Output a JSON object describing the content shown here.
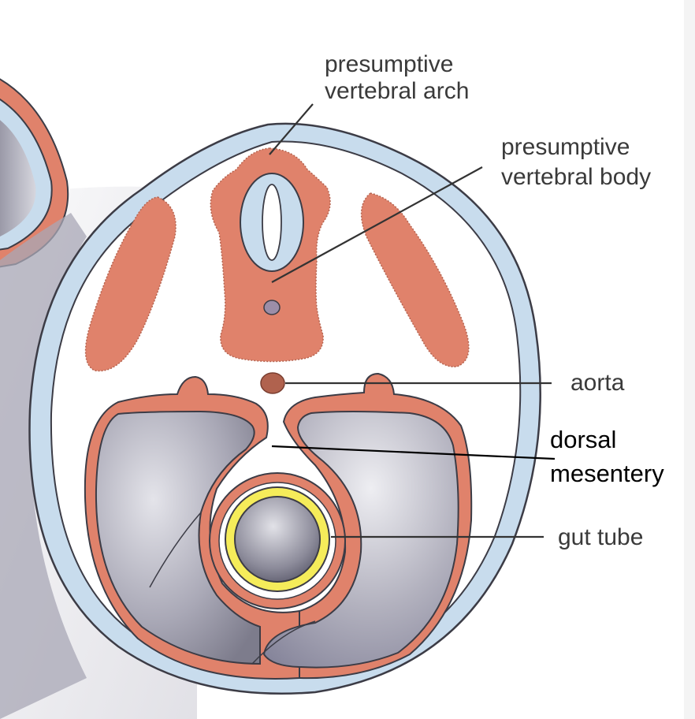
{
  "labels": {
    "vertebral_arch": [
      "presumptive",
      "vertebral arch"
    ],
    "vertebral_body": [
      "presumptive",
      "vertebral body"
    ],
    "aorta": "aorta",
    "dorsal_mesentery": [
      "dorsal",
      "mesentery"
    ],
    "gut_tube": "gut tube"
  },
  "colors": {
    "ectoderm_blue": "#c8dced",
    "mesoderm_salmon": "#e0826b",
    "endoderm_yellow": "#f5ec5a",
    "cavity_gray": "#b9b8c4",
    "outline": "#3c3c46",
    "aorta": "#b0624e"
  }
}
